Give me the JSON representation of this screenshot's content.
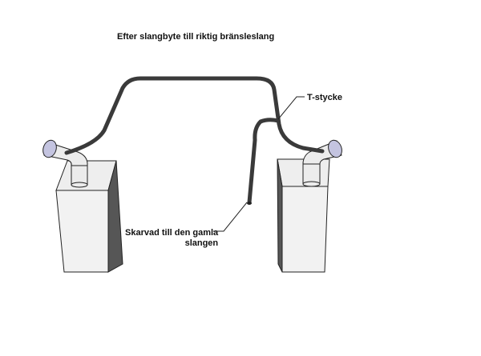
{
  "title": "Efter slangbyte till riktig bränsleslang",
  "labels": {
    "tee": "T-stycke",
    "splice_line1": "Skarvad till den gamla",
    "splice_line2": "slangen"
  },
  "colors": {
    "hose": "#3a3a3a",
    "box_front": "#f2f2f2",
    "box_side": "#565656",
    "box_top": "#eeeeee",
    "outline": "#222222",
    "fitting": "#ececec",
    "fitting_end": "#c4c4e0"
  }
}
